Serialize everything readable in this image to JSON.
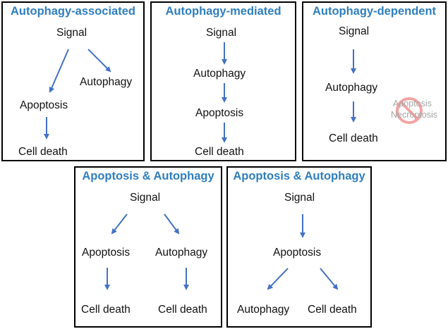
{
  "colors": {
    "title": "#2f7fbf",
    "arrow": "#4472c4",
    "border": "#000000",
    "prohibit": "#f2a3a3",
    "muted": "#a6a6a6"
  },
  "icons": {
    "prohibit": "prohibition-sign-icon"
  },
  "panels": [
    {
      "title": "Autophagy-associated",
      "signal": "Signal",
      "autophagy": "Autophagy",
      "apoptosis": "Apoptosis",
      "cell_death": "Cell death"
    },
    {
      "title": "Autophagy-mediated",
      "signal": "Signal",
      "autophagy": "Autophagy",
      "apoptosis": "Apoptosis",
      "cell_death": "Cell death"
    },
    {
      "title": "Autophagy-dependent",
      "signal": "Signal",
      "autophagy": "Autophagy",
      "cell_death": "Cell death",
      "blocked_1": "Apoptosis",
      "blocked_2": "Necroptosis"
    },
    {
      "title": "Apoptosis & Autophagy",
      "signal": "Signal",
      "apoptosis": "Apoptosis",
      "autophagy": "Autophagy",
      "cell_death_left": "Cell death",
      "cell_death_right": "Cell death"
    },
    {
      "title": "Apoptosis & Autophagy",
      "signal": "Signal",
      "apoptosis": "Apoptosis",
      "autophagy": "Autophagy",
      "cell_death": "Cell death"
    }
  ]
}
